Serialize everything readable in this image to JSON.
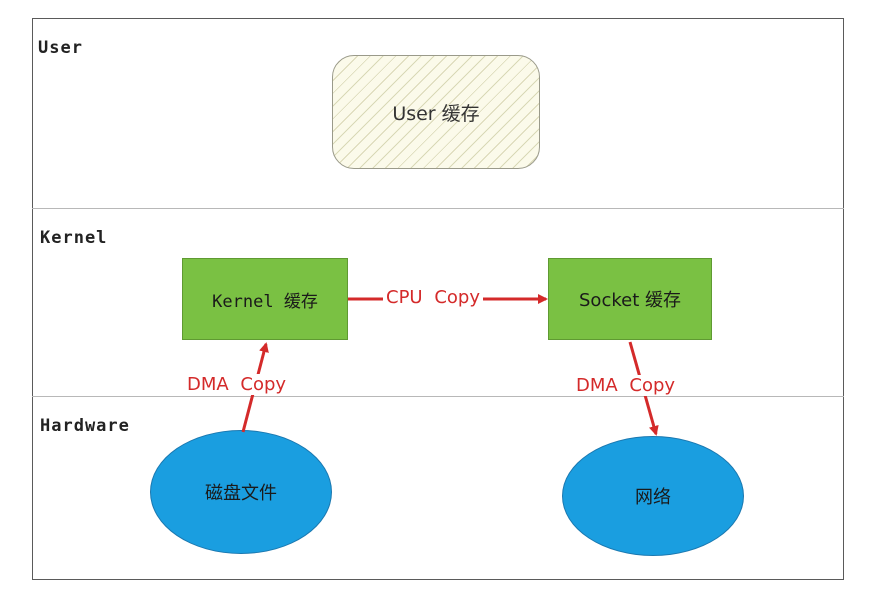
{
  "layers": {
    "user": "User",
    "kernel": "Kernel",
    "hardware": "Hardware"
  },
  "nodes": {
    "user_cache": "User 缓存",
    "kernel_cache": "Kernel 缓存",
    "socket_cache": "Socket 缓存",
    "disk_file": "磁盘文件",
    "network": "网络"
  },
  "edges": {
    "dma_copy_in": "DMA Copy",
    "cpu_copy": "CPU Copy",
    "dma_copy_out": "DMA Copy"
  },
  "colors": {
    "kernel_box": "#7ac143",
    "hardware_ellipse": "#1a9ee0",
    "arrow": "#d42a2a",
    "user_cache_fill": "#fbfaea"
  }
}
